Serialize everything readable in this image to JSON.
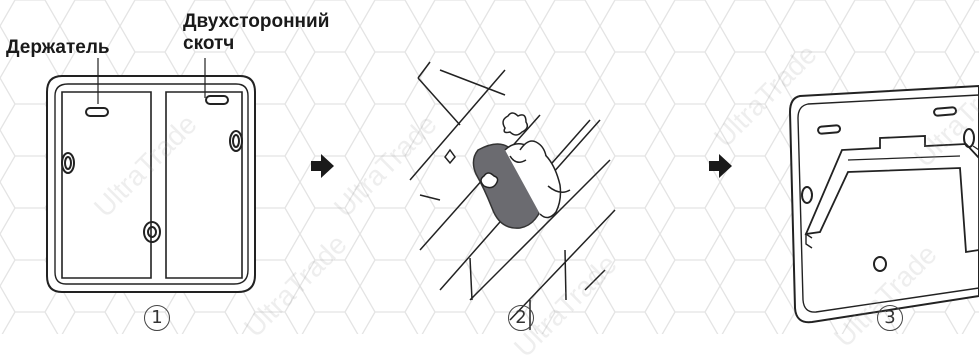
{
  "labels": {
    "holder": "Держатель",
    "tape_line1": "Двухсторонний",
    "tape_line2": "скотч"
  },
  "steps": [
    {
      "number": "1"
    },
    {
      "number": "2"
    },
    {
      "number": "3"
    }
  ],
  "watermark": "UltraTrade",
  "colors": {
    "line": "#222222",
    "hex_pattern": "#e4e4e4",
    "sponge": "#6b6b70",
    "arrow": "#1a1a1a"
  },
  "icons": [
    "arrow-right-icon",
    "arrow-right-icon"
  ]
}
